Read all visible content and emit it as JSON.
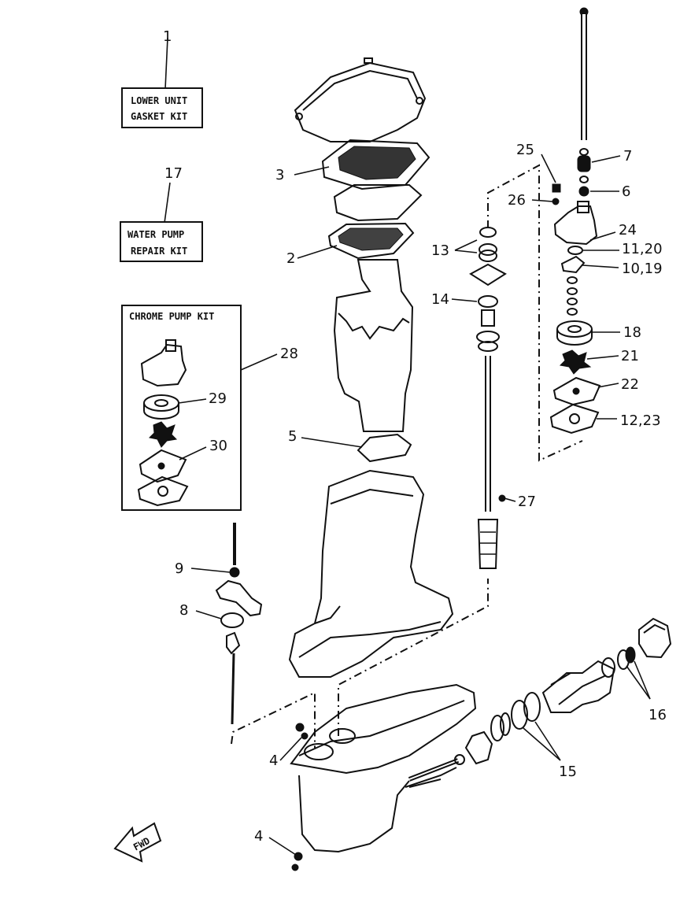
{
  "kits": {
    "lower_unit": {
      "number": "1",
      "line1": "LOWER UNIT",
      "line2": "GASKET KIT"
    },
    "water_pump": {
      "number": "17",
      "line1": "WATER PUMP",
      "line2": "REPAIR KIT"
    },
    "chrome_pump": {
      "title": "CHROME PUMP KIT",
      "number": "28"
    }
  },
  "callouts": {
    "c2": "2",
    "c3": "3",
    "c4a": "4",
    "c4b": "4",
    "c5": "5",
    "c6": "6",
    "c7": "7",
    "c8": "8",
    "c9": "9",
    "c1019": "10,19",
    "c1120": "11,20",
    "c1223": "12,23",
    "c13": "13",
    "c14": "14",
    "c15": "15",
    "c16": "16",
    "c18": "18",
    "c21": "21",
    "c22": "22",
    "c24": "24",
    "c25": "25",
    "c26": "26",
    "c27": "27",
    "c29": "29",
    "c30": "30"
  },
  "fwd_label": "FWD"
}
